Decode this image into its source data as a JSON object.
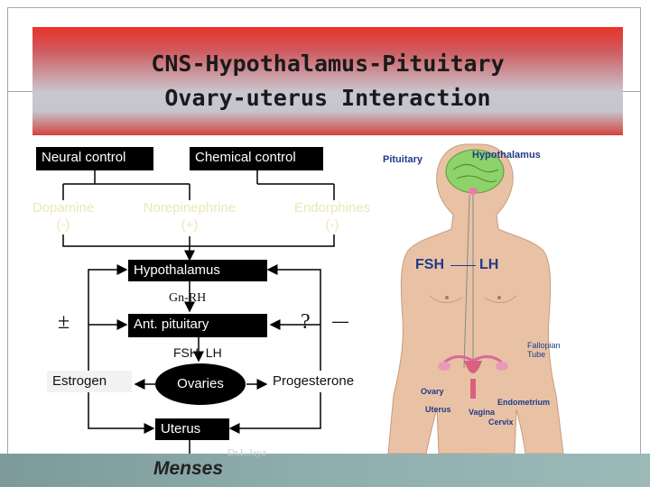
{
  "title": {
    "line1": "CNS-Hypothalamus-Pituitary",
    "line2": "Ovary-uterus Interaction"
  },
  "controls": {
    "neural": "Neural control",
    "chemical": "Chemical control"
  },
  "neurotransmitters": [
    {
      "name": "Dopamine",
      "effect": "(-)"
    },
    {
      "name": "Norepinephrine",
      "effect": "(+)"
    },
    {
      "name": "Endorphines",
      "effect": "(-)"
    }
  ],
  "axis": {
    "hypothalamus": "Hypothalamus",
    "gnrh": "Gn-RH",
    "pituitary": "Ant. pituitary",
    "fsh_lh": "FSH, LH",
    "ovaries": "Ovaries",
    "estrogen": "Estrogen",
    "progesterone": "Progesterone",
    "uterus": "Uterus",
    "menses": "Menses"
  },
  "feedback": {
    "estrogen_sign": "±",
    "progesterone_question": "?",
    "progesterone_sign": "—"
  },
  "anatomy": {
    "pituitary": "Pituitary",
    "hypothalamus": "Hypothalamus",
    "fsh": "FSH",
    "lh": "LH",
    "fallopian_tube_1": "Fallopian",
    "fallopian_tube_2": "Tube",
    "ovary": "Ovary",
    "endometrium": "Endometrium",
    "uterus": "Uterus",
    "vagina": "Vagina",
    "cervix": "Cervix"
  },
  "author": "Dr.L.Jaya",
  "colors": {
    "title_red": "#e8332a",
    "title_grey": "#c5c4cc",
    "box": "#000000",
    "ghost_text": "#ece7b6",
    "anatomy_label_blue": "#1f3a8a",
    "footer": "#8faeae"
  }
}
